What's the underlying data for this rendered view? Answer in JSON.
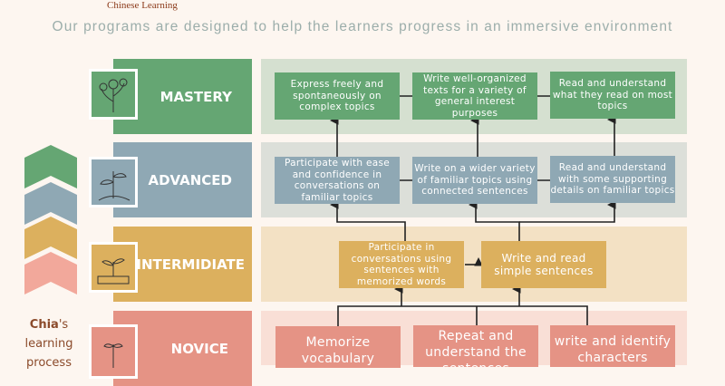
{
  "logo": {
    "text": "Chinese Learning"
  },
  "subtitle": "Our programs are designed to help the learners progress in an immersive environment",
  "colors": {
    "mastery": "#65a673",
    "advanced": "#8fa8b4",
    "intermediate": "#dcb05e",
    "novice": "#e59385"
  },
  "levels": [
    {
      "label": "MASTERY",
      "icon": "flower-icon",
      "skills": [
        "Express freely and spontaneously on complex topics",
        "Write well-organized texts for a variety of general interest purposes",
        "Read and understand what they read on most topics"
      ]
    },
    {
      "label": "ADVANCED",
      "icon": "young-plant-icon",
      "skills": [
        "Participate with ease and confidence in conversations on familiar topics",
        "Write on a wider variety of familiar topics using connected sentences",
        "Read and understand with some supporting details on familiar topics"
      ]
    },
    {
      "label": "INTERMIDIATE",
      "icon": "sprout-icon",
      "skills": [
        "Participate in conversations using sentences with memorized words",
        "Write and read simple sentences"
      ]
    },
    {
      "label": "NOVICE",
      "icon": "seedling-icon",
      "skills": [
        "Memorize vocabulary",
        "Repeat and understand the sentences",
        "write and identify characters"
      ]
    }
  ],
  "side": {
    "brand": "Chia",
    "suffix": "'s",
    "line2": "learning",
    "line3": "process"
  }
}
